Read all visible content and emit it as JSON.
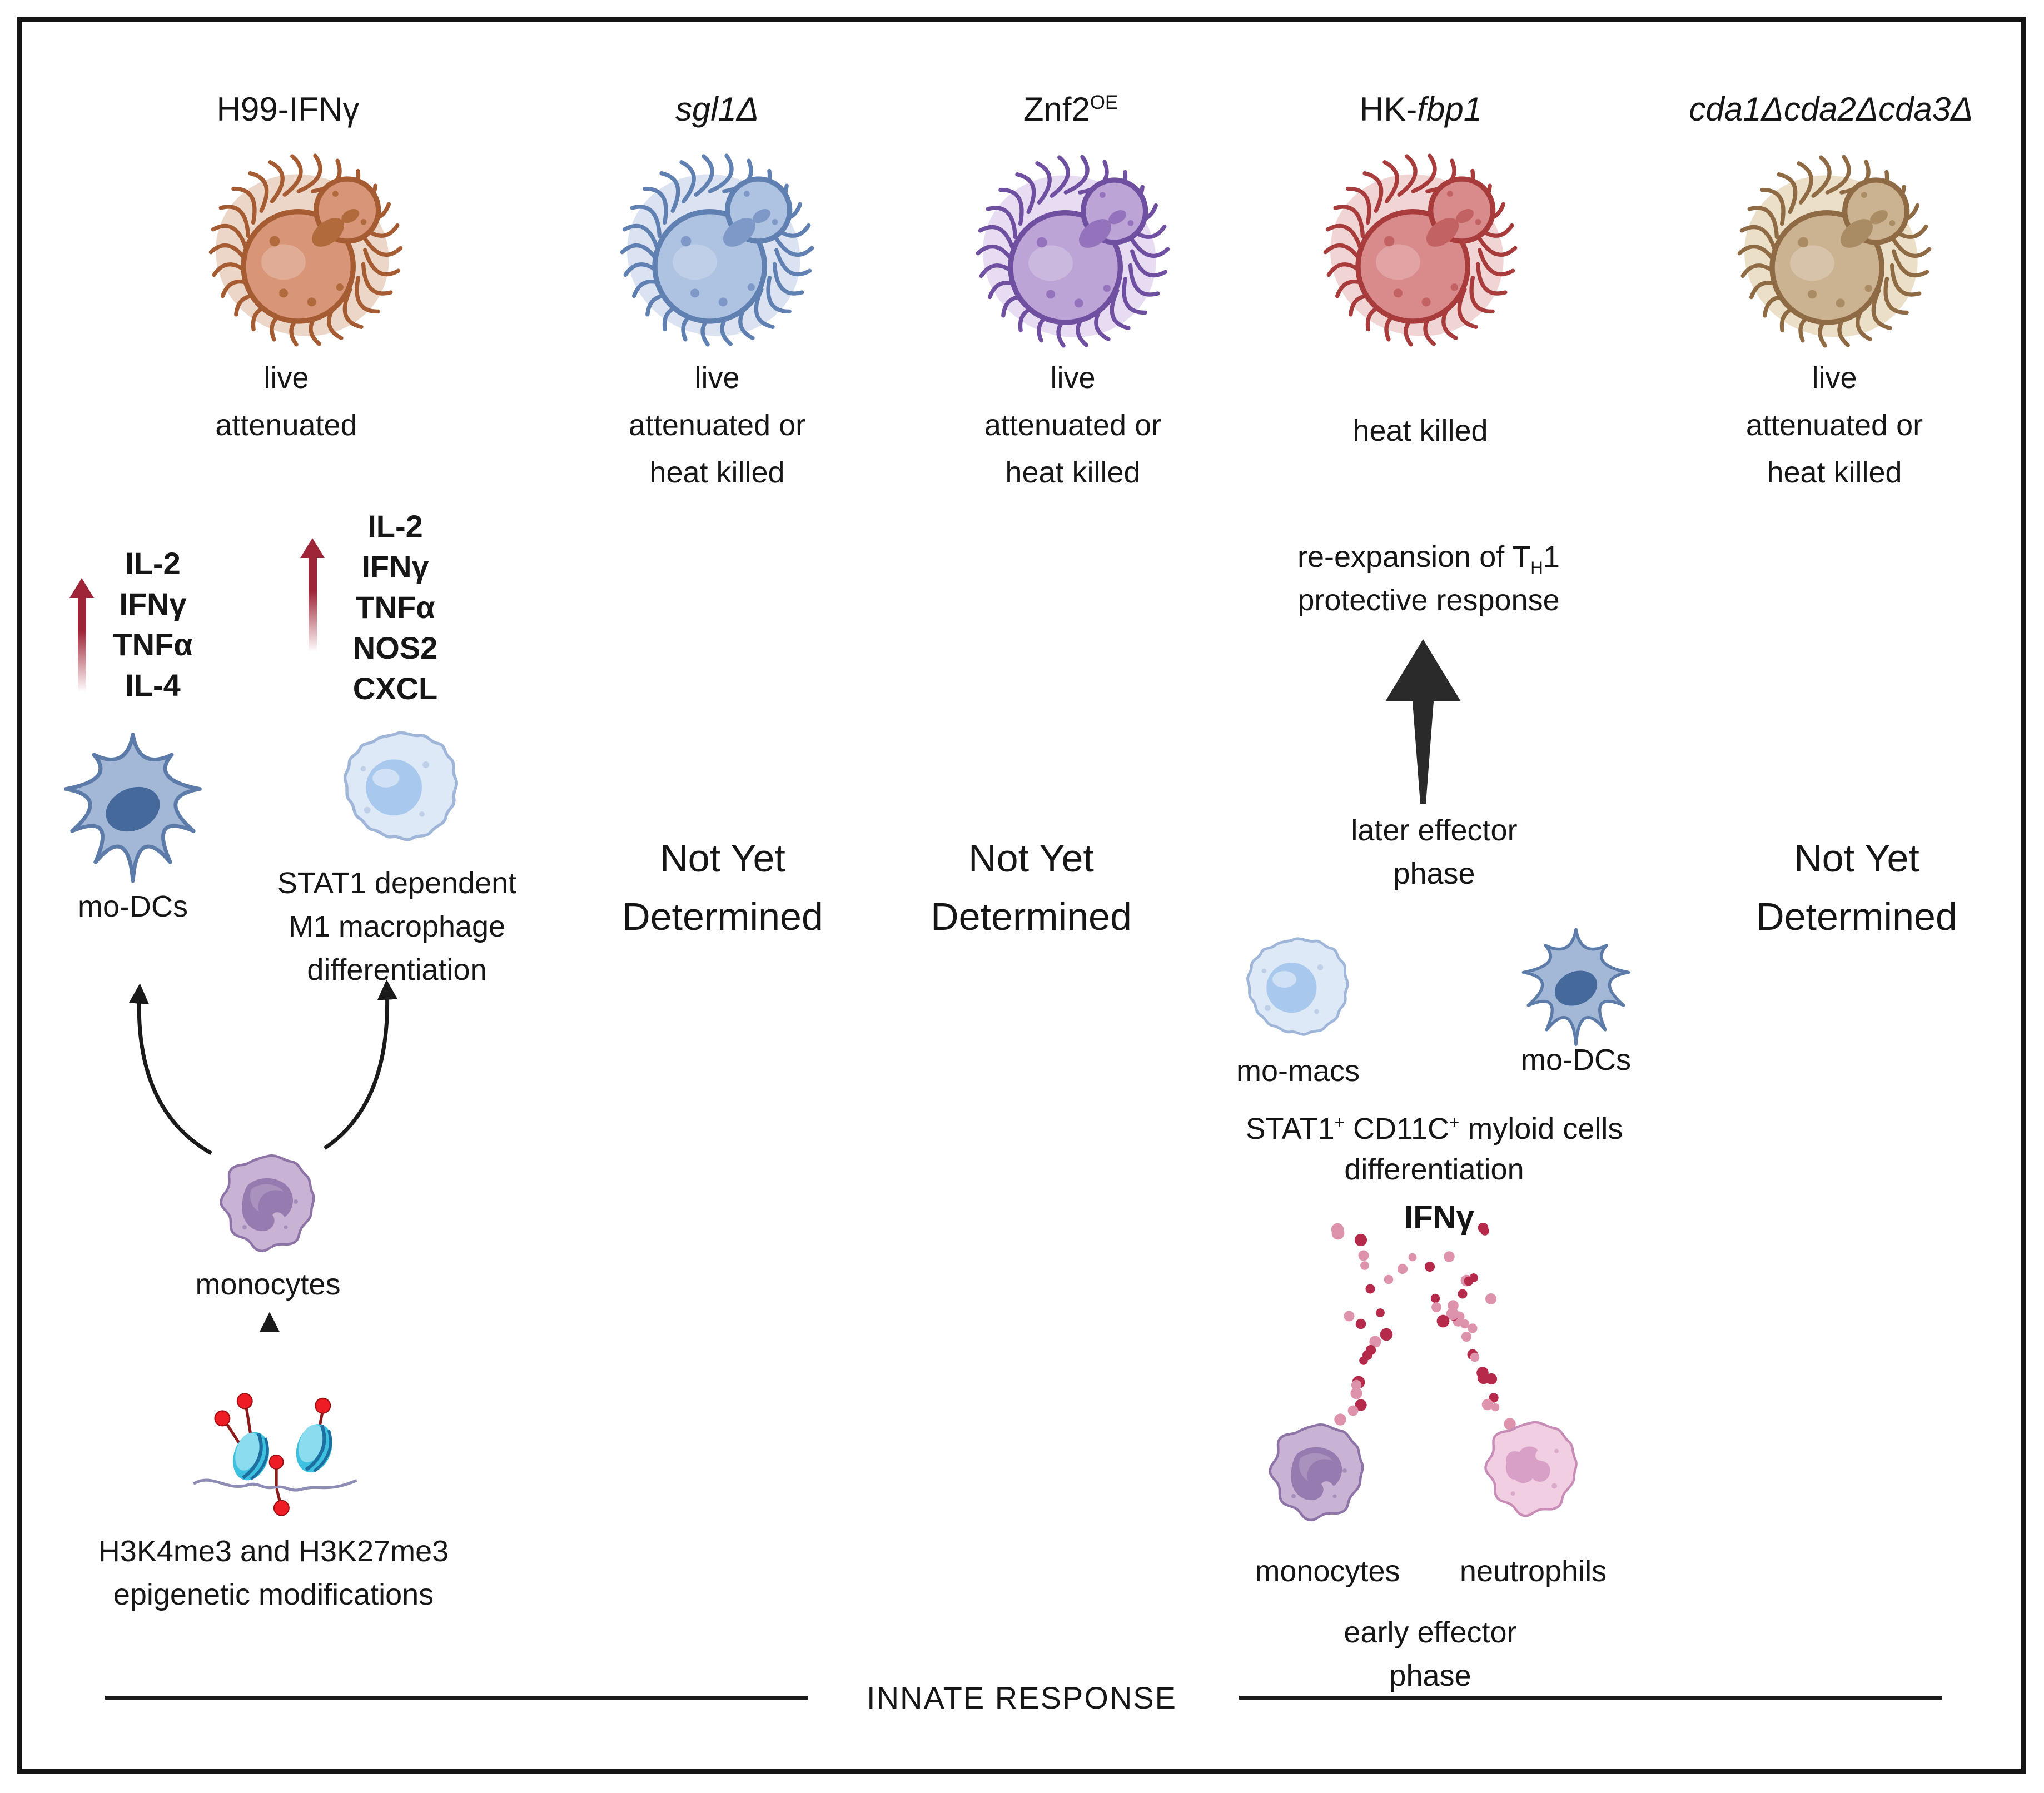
{
  "figure_label": "Cryptococcus vaccine candidates — innate response figure",
  "innate_divider": "INNATE RESPONSE",
  "palette": {
    "ink": "#1a1a1a",
    "redArrow": "#9E2537",
    "dotDark": "#B5294A",
    "dotLight": "#DD93AB",
    "dcBody": "#A3B7D6",
    "dcLine": "#5C7BA8",
    "dcNuc": "#46699C",
    "macBody": "#DEE9F8",
    "macLine": "#9FB6D8",
    "macNuc": "#A9C8EE",
    "monoBody": "#C8B3D5",
    "monoLine": "#8E73A6",
    "monoNuc": "#967BB0",
    "neuBody": "#F2CEE2",
    "neuLine": "#C78DB7",
    "neuNuc": "#D89FC7",
    "disc": "#3EC1E0",
    "discFace": "#8ADCEE",
    "discEdge": "#1C6F9E",
    "ball": "#EE1D25",
    "ballEdge": "#9E0D12",
    "stem": "#8B1A1A",
    "dna": "#8C8CB4"
  },
  "columns": [
    {
      "key": "h99",
      "title_parts": [
        {
          "t": "H99-IFNγ"
        }
      ],
      "status_lines": [
        "live",
        "attenuated"
      ],
      "cell": {
        "halo": "#EBD6C7",
        "body": "#D89578",
        "line": "#A65C32",
        "spot": "#B06A3C"
      }
    },
    {
      "key": "sgl1",
      "title_parts": [
        {
          "t": "sgl1Δ",
          "i": true
        }
      ],
      "status_lines": [
        "live",
        "attenuated or",
        "heat killed"
      ],
      "result_lines": [
        "Not Yet",
        "Determined"
      ],
      "cell": {
        "halo": "#DBE3F3",
        "body": "#AEC2E2",
        "line": "#6080B2",
        "spot": "#7E99C8"
      }
    },
    {
      "key": "znf2",
      "title_parts": [
        {
          "t": "Znf2"
        },
        {
          "t": "OE",
          "sup": true
        }
      ],
      "status_lines": [
        "live",
        "attenuated or",
        "heat killed"
      ],
      "result_lines": [
        "Not Yet",
        "Determined"
      ],
      "cell": {
        "halo": "#E8DCF2",
        "body": "#BCA4D6",
        "line": "#6F4FA0",
        "spot": "#9473BC"
      }
    },
    {
      "key": "hk-fbp1",
      "title_parts": [
        {
          "t": "HK-"
        },
        {
          "t": "fbp1",
          "i": true
        }
      ],
      "status_lines": [
        "heat killed"
      ],
      "cell": {
        "halo": "#F1D5D5",
        "body": "#D98A8A",
        "line": "#A83C3C",
        "spot": "#C26262"
      }
    },
    {
      "key": "cda",
      "title_parts": [
        {
          "t": "cda1Δcda2Δcda3Δ",
          "i": true
        }
      ],
      "status_lines": [
        "live",
        "attenuated or",
        "heat killed"
      ],
      "result_lines": [
        "Not Yet",
        "Determined"
      ],
      "cell": {
        "halo": "#EBDFC8",
        "body": "#CBB391",
        "line": "#8F6B45",
        "spot": "#A98B64"
      }
    }
  ],
  "left_panel": {
    "dc_cytokines": [
      "IL-2",
      "IFNγ",
      "TNFα",
      "IL-4"
    ],
    "mac_cytokines": [
      "IL-2",
      "IFNγ",
      "TNFα",
      "NOS2",
      "CXCL"
    ],
    "dc_label": "mo-DCs",
    "mac_result_lines": [
      "STAT1 dependent",
      "M1 macrophage",
      "differentiation"
    ],
    "monocyte_label": "monocytes",
    "epigenetic_lines": [
      "H3K4me3 and H3K27me3",
      "epigenetic modifications"
    ]
  },
  "fbp1_panel": {
    "outcome_line1_parts": [
      {
        "t": "re-expansion of T"
      },
      {
        "t": "H",
        "sub": true
      },
      {
        "t": "1"
      }
    ],
    "outcome_line2": "protective response",
    "later_lines": [
      "later effector",
      "phase"
    ],
    "momac_label": "mo-macs",
    "modc_label": "mo-DCs",
    "myloid_line1_parts": [
      {
        "t": "STAT1"
      },
      {
        "t": "+",
        "sup": true
      },
      {
        "t": " CD11C"
      },
      {
        "t": "+",
        "sup": true
      },
      {
        "t": " myloid cells"
      }
    ],
    "myloid_line2": "differentiation",
    "ifn_label": "IFNγ",
    "monocyte_label": "monocytes",
    "neutrophil_label": "neutrophils",
    "early_lines": [
      "early effector",
      "phase"
    ]
  }
}
